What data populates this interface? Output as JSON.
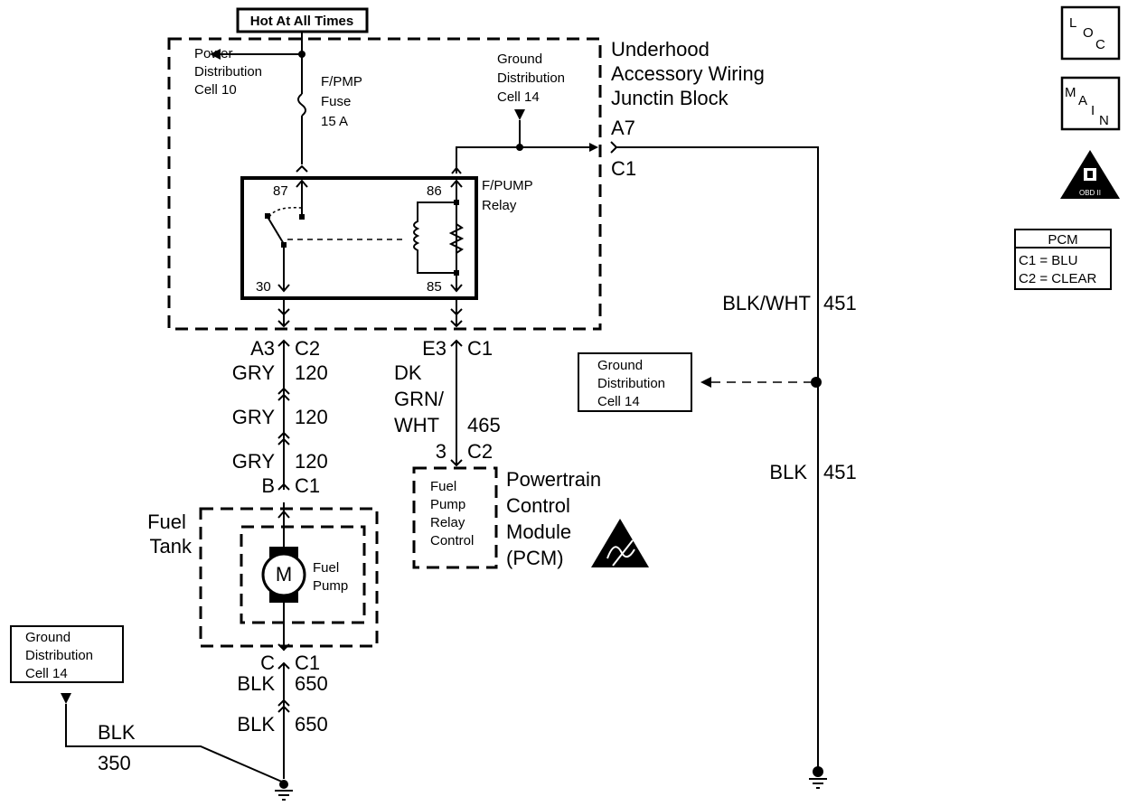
{
  "hot_label": "Hot At All Times",
  "power_dist": [
    "Power",
    "Distribution",
    "Cell 10"
  ],
  "fuse": [
    "F/PMP",
    "Fuse",
    "15 A"
  ],
  "gnd_dist_top": [
    "Ground",
    "Distribution",
    "Cell 14"
  ],
  "junction_block": [
    "Underhood",
    "Accessory Wiring",
    "Junctin Block"
  ],
  "relay": {
    "label": [
      "F/PUMP",
      "Relay"
    ],
    "pin87": "87",
    "pin86": "86",
    "pin30": "30",
    "pin85": "85"
  },
  "conn_a7": "A7",
  "conn_c1_right": "C1",
  "loc_icon": [
    "L",
    "O",
    "C"
  ],
  "main_icon": [
    "M",
    "A",
    "I",
    "N"
  ],
  "obd_icon": "OBD II",
  "pcm_legend": {
    "title": "PCM",
    "lines": [
      "C1 = BLU",
      "C2 = CLEAR"
    ]
  },
  "wire_blkwht": [
    "BLK/WHT",
    "451"
  ],
  "gnd_dist_mid": [
    "Ground",
    "Distribution",
    "Cell 14"
  ],
  "wire_blk_right": [
    "BLK",
    "451"
  ],
  "left_chain": {
    "a3": "A3",
    "c2": "C2",
    "gry1": "GRY",
    "n1": "120",
    "gry2": "GRY",
    "n2": "120",
    "gry3": "GRY",
    "n3": "120",
    "b": "B",
    "c1": "C1"
  },
  "mid_chain": {
    "e3": "E3",
    "c1": "C1",
    "color": [
      "DK",
      "GRN/",
      "WHT"
    ],
    "num": "465",
    "pin3": "3",
    "c2": "C2"
  },
  "pcm_box": [
    "Fuel",
    "Pump",
    "Relay",
    "Control"
  ],
  "pcm_label": [
    "Powertrain",
    "Control",
    "Module",
    "(PCM)"
  ],
  "fuel_tank": [
    "Fuel",
    "Tank"
  ],
  "motor": "M",
  "fuel_pump": [
    "Fuel",
    "Pump"
  ],
  "bottom_chain": {
    "c": "C",
    "c1": "C1",
    "blk1": "BLK",
    "n1": "650",
    "blk2": "BLK",
    "n2": "650"
  },
  "gnd_dist_bl": [
    "Ground",
    "Distribution",
    "Cell 14"
  ],
  "wire_blk350": [
    "BLK",
    "350"
  ]
}
